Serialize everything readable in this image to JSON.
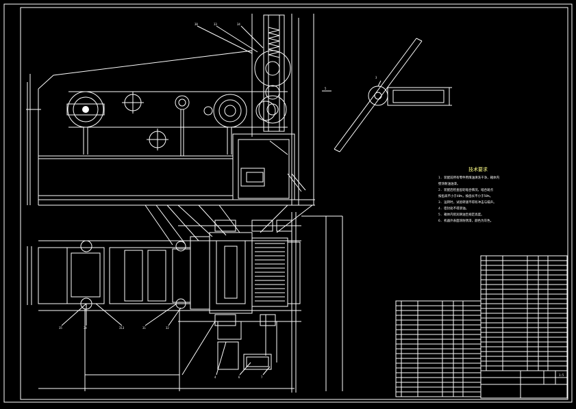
{
  "drawing": {
    "technical_requirements_title": "技术要求",
    "technical_requirements": [
      "1. 装配前所有零件用煤油清洗干净，箱体内",
      "   壁涂耐油油漆。",
      "2. 装配后检查齿轮啮合情况，啮合斑点",
      "   按齿高不小于40%，按齿长不小于50%。",
      "3. 运转时，试验转速不得有冲击与噪声。",
      "4. 密封处不得渗油。",
      "5. 箱体内装润滑油至规定高度。",
      "6. 机器外表面涂防锈漆，颜色为灰色。"
    ],
    "callouts": {
      "top": [
        "38",
        "33",
        "34"
      ],
      "top_right": "5",
      "inset": "3",
      "bottom": [
        "35",
        "34",
        "313",
        "31",
        "32",
        "4",
        "6",
        "7"
      ]
    },
    "title_block": {
      "scale": "1:5"
    }
  }
}
